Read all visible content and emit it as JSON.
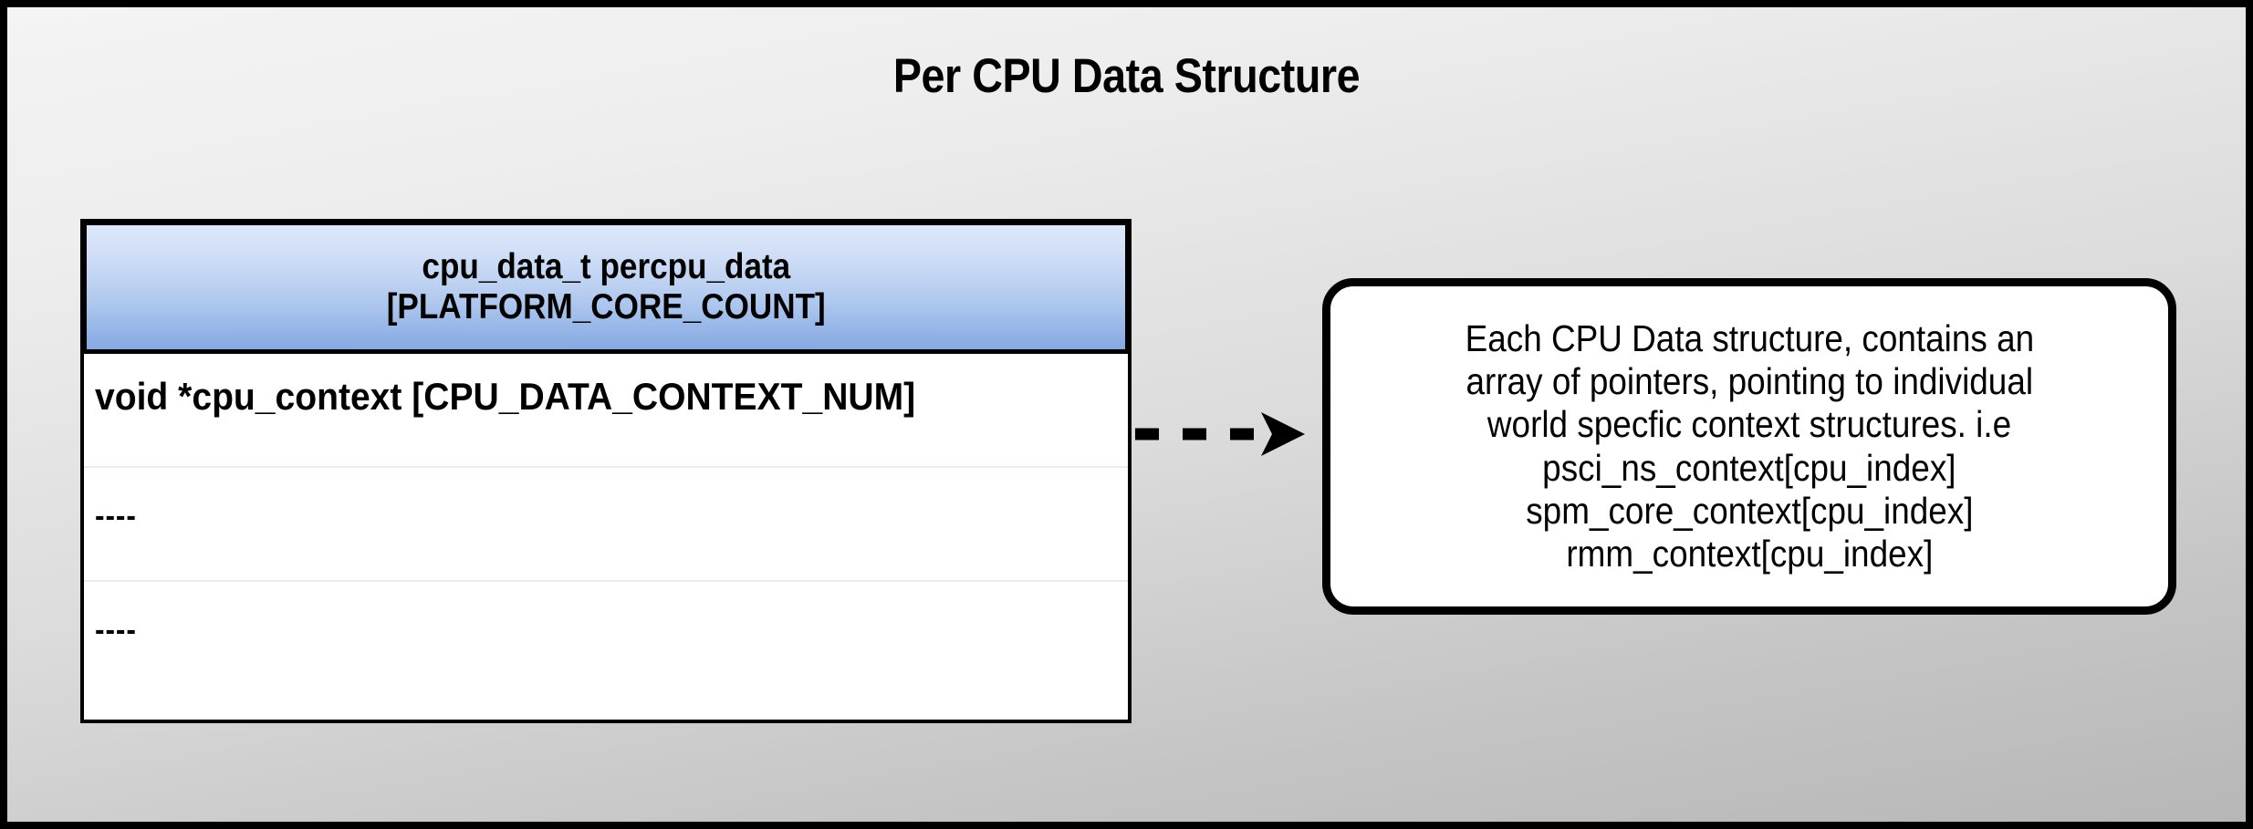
{
  "diagram": {
    "title": "Per CPU Data Structure",
    "background": {
      "top_color": "#f4f4f4",
      "bottom_color": "#b7b7b7",
      "border_color": "#000000"
    }
  },
  "struct_table": {
    "header": {
      "line1": "cpu_data_t percpu_data",
      "line2": "[PLATFORM_CORE_COUNT]",
      "gradient_top": "#dde8fa",
      "gradient_bottom": "#85a9e2"
    },
    "rows": [
      {
        "label": "void *cpu_context [CPU_DATA_CONTEXT_NUM]"
      },
      {
        "label": "----"
      },
      {
        "label": "----"
      }
    ]
  },
  "connector": {
    "style": "dashed",
    "arrowhead": "solid-triangle",
    "color": "#000000"
  },
  "note_box": {
    "lines": [
      "Each CPU Data structure, contains an",
      "array of pointers, pointing to individual",
      "world specfic context structures. i.e",
      "psci_ns_context[cpu_index]",
      "spm_core_context[cpu_index]",
      "rmm_context[cpu_index]"
    ],
    "border_color": "#000000",
    "fill_color": "#ffffff"
  }
}
